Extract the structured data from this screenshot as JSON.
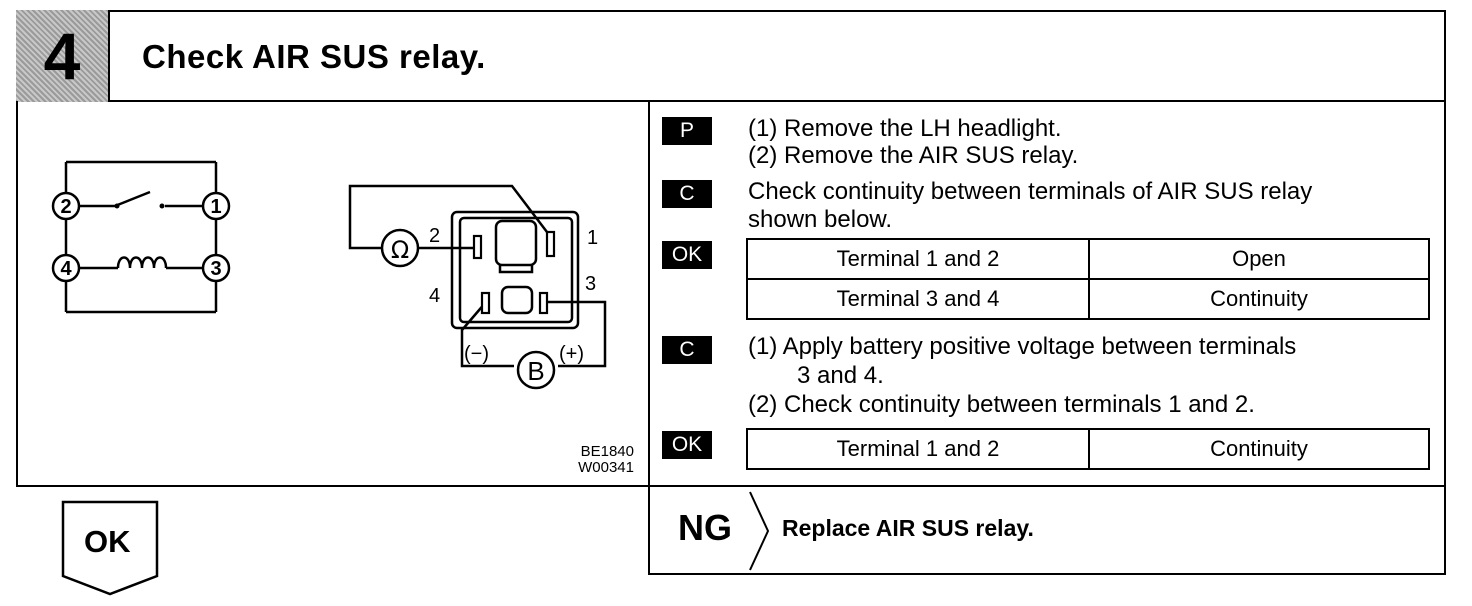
{
  "step": {
    "number": "4",
    "title": "Check AIR SUS relay."
  },
  "diagram": {
    "left_relay": {
      "terminals": [
        "2",
        "1",
        "4",
        "3"
      ]
    },
    "right_relay": {
      "terminal_labels": [
        "2",
        "1",
        "4",
        "3"
      ],
      "ohmmeter_symbol": "Ω",
      "battery_symbol": "B",
      "minus_label": "(−)",
      "plus_label": "(+)"
    },
    "figure_codes": [
      "BE1840",
      "W00341"
    ]
  },
  "instructions": {
    "p_tag": "P",
    "p_steps": [
      "(1) Remove the LH headlight.",
      "(2) Remove the AIR SUS relay."
    ],
    "c1_tag": "C",
    "c1_text": [
      "Check continuity between terminals of AIR SUS relay",
      "shown below."
    ],
    "ok1_tag": "OK",
    "table1": [
      [
        "Terminal 1 and 2",
        "Open"
      ],
      [
        "Terminal 3 and 4",
        "Continuity"
      ]
    ],
    "c2_tag": "C",
    "c2_steps": [
      "(1) Apply battery positive voltage between terminals",
      "3 and 4.",
      "(2) Check continuity between terminals 1 and 2."
    ],
    "ok2_tag": "OK",
    "table2": [
      [
        "Terminal 1 and 2",
        "Continuity"
      ]
    ]
  },
  "results": {
    "ok_label": "OK",
    "ng_label": "NG",
    "ng_action": "Replace AIR SUS relay."
  }
}
